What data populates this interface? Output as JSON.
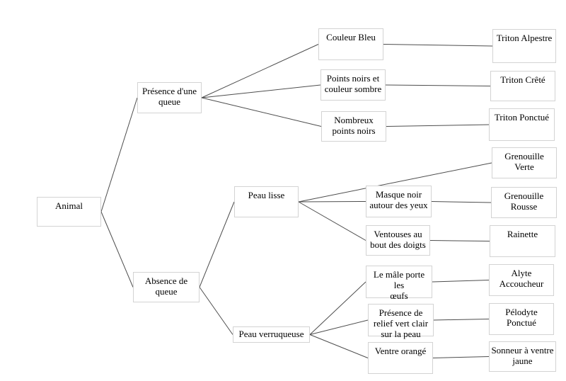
{
  "colors": {
    "background": "#ffffff",
    "box_border": "#d3d3d3",
    "box_fill": "#ffffff",
    "edge_line": "#4d4d4d",
    "text": "#000000"
  },
  "nodes": {
    "animal": {
      "label": "Animal"
    },
    "presence-queue": {
      "label": "Présence d'une\nqueue"
    },
    "absence-queue": {
      "label": "Absence de\nqueue"
    },
    "couleur-bleu": {
      "label": "Couleur Bleu"
    },
    "points-noirs-sombre": {
      "label": "Points noirs et\ncouleur sombre"
    },
    "nombreux-points-noirs": {
      "label": "Nombreux\npoints noirs"
    },
    "triton-alpestre": {
      "label": "Triton Alpestre"
    },
    "triton-crete": {
      "label": "Triton Crêté"
    },
    "triton-ponctue": {
      "label": "Triton Ponctué"
    },
    "peau-lisse": {
      "label": "Peau lisse"
    },
    "grenouille-verte": {
      "label": "Grenouille Verte"
    },
    "masque-noir": {
      "label": "Masque noir\nautour des yeux"
    },
    "grenouille-rousse": {
      "label": "Grenouille\nRousse"
    },
    "ventouses": {
      "label": "Ventouses au\nbout des doigts"
    },
    "rainette": {
      "label": "Rainette"
    },
    "peau-verruqueuse": {
      "label": "Peau verruqueuse"
    },
    "male-porte-oeufs": {
      "label": "Le mâle porte les\nœufs"
    },
    "alyte-accoucheur": {
      "label": "Alyte\nAccoucheur"
    },
    "relief-vert-clair": {
      "label": "Présence de\nrelief vert clair\nsur la peau"
    },
    "pelodyte-ponctue": {
      "label": "Pélodyte\nPonctué"
    },
    "ventre-orange": {
      "label": "Ventre orangé"
    },
    "sonneur-ventre-jaune": {
      "label": "Sonneur à ventre\njaune"
    }
  },
  "edges": [
    {
      "from": "animal",
      "to": "presence-queue"
    },
    {
      "from": "animal",
      "to": "absence-queue"
    },
    {
      "from": "presence-queue",
      "to": "couleur-bleu"
    },
    {
      "from": "presence-queue",
      "to": "points-noirs-sombre"
    },
    {
      "from": "presence-queue",
      "to": "nombreux-points-noirs"
    },
    {
      "from": "couleur-bleu",
      "to": "triton-alpestre"
    },
    {
      "from": "points-noirs-sombre",
      "to": "triton-crete"
    },
    {
      "from": "nombreux-points-noirs",
      "to": "triton-ponctue"
    },
    {
      "from": "absence-queue",
      "to": "peau-lisse"
    },
    {
      "from": "absence-queue",
      "to": "peau-verruqueuse"
    },
    {
      "from": "peau-lisse",
      "to": "grenouille-verte"
    },
    {
      "from": "peau-lisse",
      "to": "masque-noir"
    },
    {
      "from": "peau-lisse",
      "to": "ventouses"
    },
    {
      "from": "masque-noir",
      "to": "grenouille-rousse"
    },
    {
      "from": "ventouses",
      "to": "rainette"
    },
    {
      "from": "peau-verruqueuse",
      "to": "male-porte-oeufs"
    },
    {
      "from": "peau-verruqueuse",
      "to": "relief-vert-clair"
    },
    {
      "from": "peau-verruqueuse",
      "to": "ventre-orange"
    },
    {
      "from": "male-porte-oeufs",
      "to": "alyte-accoucheur"
    },
    {
      "from": "relief-vert-clair",
      "to": "pelodyte-ponctue"
    },
    {
      "from": "ventre-orange",
      "to": "sonneur-ventre-jaune"
    }
  ]
}
